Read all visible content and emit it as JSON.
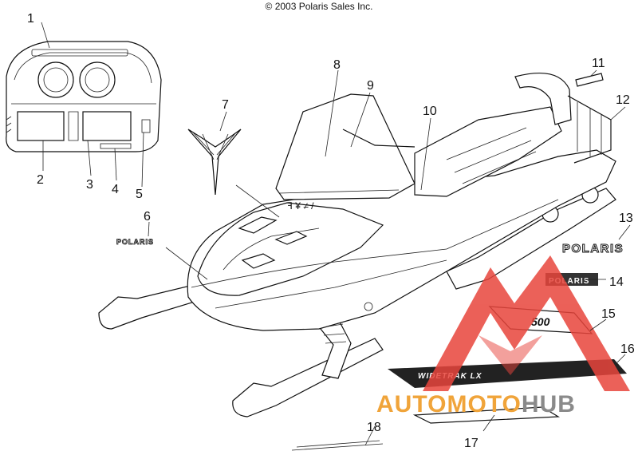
{
  "copyright": "© 2003 Polaris Sales Inc.",
  "callouts": [
    "1",
    "2",
    "3",
    "4",
    "5",
    "6",
    "7",
    "8",
    "9",
    "10",
    "11",
    "12",
    "13",
    "14",
    "15",
    "16",
    "17",
    "18"
  ],
  "decals": {
    "polaris_small": "POLARIS",
    "polaris_large": "POLARIS",
    "polaris_14": "POLARIS",
    "decal_16": "WIDETRAK LX",
    "decal_15": "500"
  },
  "watermark": {
    "part1": "AUTO",
    "part2": "MOTO",
    "part3": "HUB",
    "colors": {
      "red": "#e8453c",
      "orange": "#f0a43a",
      "gray": "#8a8a8a"
    }
  }
}
